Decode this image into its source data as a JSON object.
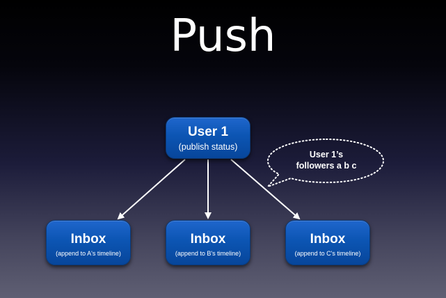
{
  "slide": {
    "title": "Push"
  },
  "nodes": {
    "user": {
      "title": "User 1",
      "subtitle": "(publish status)"
    },
    "inbox_a": {
      "title": "Inbox",
      "subtitle": "(append to A's timeline)"
    },
    "inbox_b": {
      "title": "Inbox",
      "subtitle": "(append to B's timeline)"
    },
    "inbox_c": {
      "title": "Inbox",
      "subtitle": "(append to C's timeline)"
    }
  },
  "callout": {
    "line1": "User 1’s",
    "line2": "followers a b c"
  },
  "edges": [
    {
      "from": "user",
      "to": "inbox_a"
    },
    {
      "from": "user",
      "to": "inbox_b"
    },
    {
      "from": "user",
      "to": "inbox_c"
    }
  ],
  "colors": {
    "node_fill": "#0c55b3",
    "text": "#ffffff",
    "background_top": "#000000",
    "background_bottom": "#5f5f73"
  }
}
